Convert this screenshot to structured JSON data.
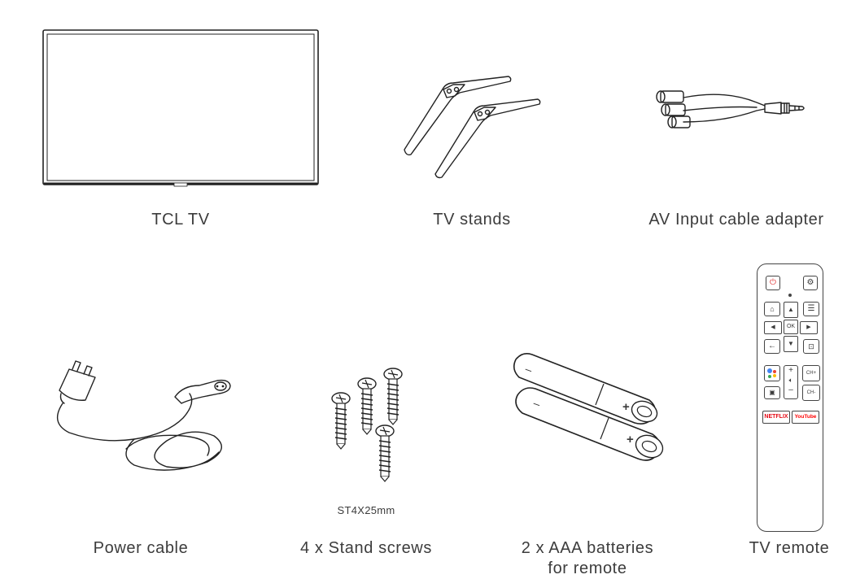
{
  "items": [
    {
      "key": "tv",
      "label": "TCL TV"
    },
    {
      "key": "stands",
      "label": "TV stands"
    },
    {
      "key": "av",
      "label": "AV Input cable adapter"
    },
    {
      "key": "power",
      "label": "Power cable"
    },
    {
      "key": "screws",
      "label": "4 x Stand screws",
      "note": "ST4X25mm"
    },
    {
      "key": "batteries",
      "label_line1": "2 x AAA batteries",
      "label_line2": "for remote"
    },
    {
      "key": "remote",
      "label": "TV remote"
    }
  ],
  "remote_buttons": {
    "ok": "OK",
    "ch_up": "CH+",
    "ch_down": "CH-",
    "netflix": "NETFLIX",
    "youtube": "YouTube",
    "vol_plus": "+",
    "vol_minus": "–"
  },
  "battery_marks": {
    "plus": "+",
    "minus": "–"
  },
  "colors": {
    "power_red": "#e03030",
    "netflix_red": "#e50914",
    "youtube_red": "#ff0000",
    "assistant_blue": "#4285f4",
    "assistant_red": "#ea4335",
    "assistant_yellow": "#fbbc05",
    "assistant_green": "#34a853"
  }
}
